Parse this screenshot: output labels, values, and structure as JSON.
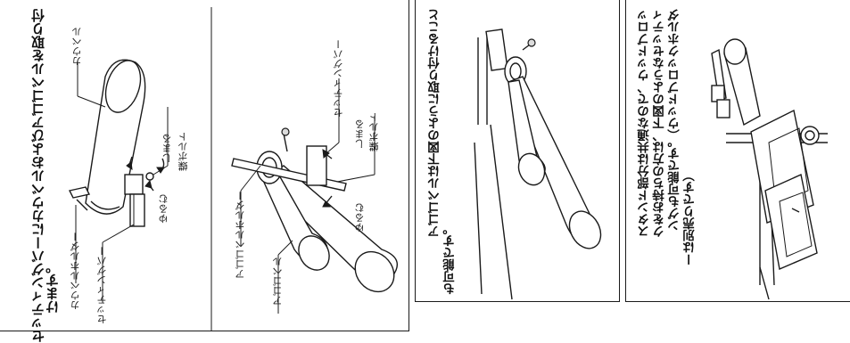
{
  "panel1": {
    "heading_line1": "セッティングバーにカウベルおよびアゴゴベルを取り付",
    "heading_line2": "けます。",
    "left": {
      "cowbell": "カウベル",
      "cowbell_holder": "カウベルホルダー",
      "setting_bar": "セッティングバー",
      "tighten": "しまる",
      "loosen": "ゆるむ",
      "wing_bolt": "蝶ボルト"
    },
    "right": {
      "setting_bar": "セッティングバー",
      "tighten": "しまる",
      "wing_bolt": "蝶ボルト",
      "loosen": "ゆるむ",
      "agogo_holder": "アゴゴベルホルダー",
      "agogo_bell": "アゴゴベル"
    }
  },
  "panel2": {
    "line1": "アゴゴベルは下図のように取り付けること",
    "line2": "も可能です。"
  },
  "panel3": {
    "line1": "スタンド部分は共通なので、ウッドブロッ",
    "line2": "クをお持ちの方は、下図のようなセッティ",
    "line3": "ングも可能です。（ウッドブロックホルダ",
    "line4": "ーは別売りです）"
  }
}
